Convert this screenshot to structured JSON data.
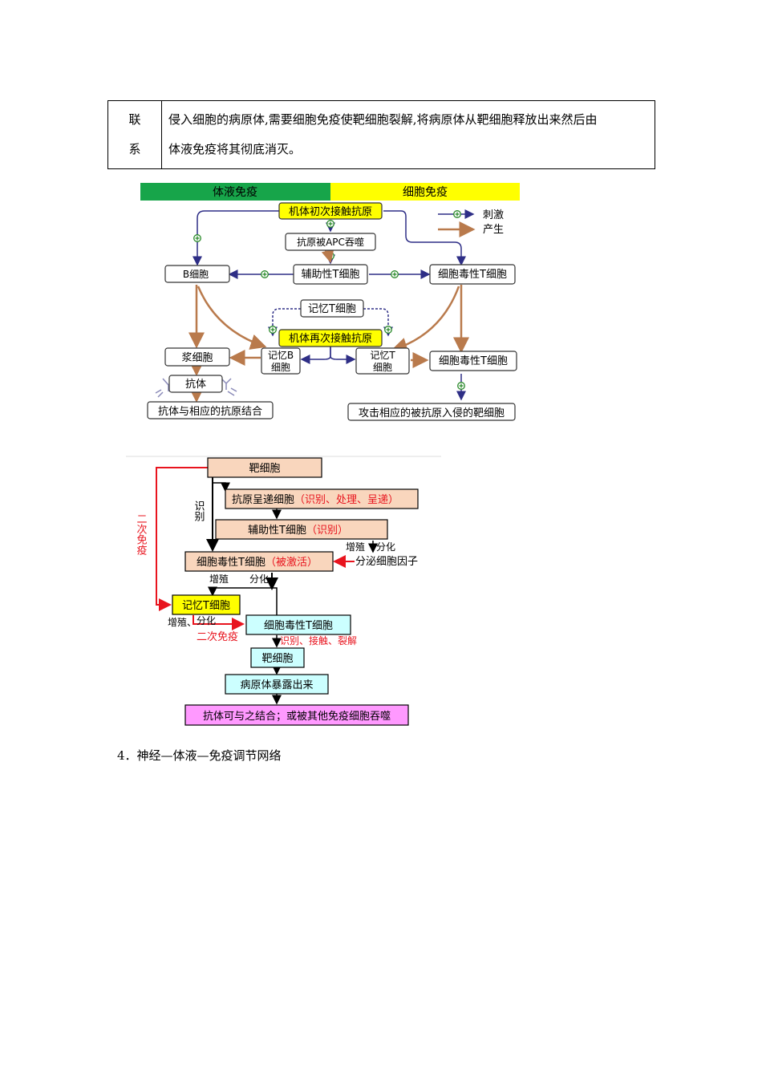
{
  "table": {
    "row_header": "联系",
    "row_header_chars": [
      "联",
      "系"
    ],
    "text_line1": "侵入细胞的病原体,需要细胞免疫使靶细胞裂解,将病原体从靶细胞释放出来然后由",
    "text_line2": "体液免疫将其彻底消灭。"
  },
  "diagram1": {
    "banner_left": "体液免疫",
    "banner_right": "细胞免疫",
    "colors": {
      "banner_left": "#17a54a",
      "banner_right": "#ffff00",
      "highlight": "#ffff00",
      "stimulate": "#2e2e86",
      "produce": "#b97a4c",
      "plus": "#2a8a2a"
    },
    "legend": {
      "stimulate": "刺激",
      "produce": "产生"
    },
    "nodes": {
      "first_contact": "机体初次接触抗原",
      "apc": "抗原被APC吞噬",
      "b_cell": "B细胞",
      "helper_t": "辅助性T细胞",
      "cytotoxic_t_top": "细胞毒性T细胞",
      "memory_t_top": "记忆T细胞",
      "second_contact": "机体再次接触抗原",
      "plasma": "浆细胞",
      "memory_b_1": "记忆B",
      "memory_b_2": "细胞",
      "memory_t_1": "记忆T",
      "memory_t_2": "细胞",
      "cytotoxic_t_bottom": "细胞毒性T细胞",
      "antibody": "抗体",
      "antibody_bind": "抗体与相应的抗原结合",
      "attack": "攻击相应的被抗原入侵的靶细胞"
    }
  },
  "diagram2": {
    "colors": {
      "peach": "#f9d6bd",
      "yellow": "#ffff00",
      "cyan": "#ccffff",
      "magenta": "#ff99ff",
      "red": "#e8141e"
    },
    "target_cell": "靶细胞",
    "apc_cell": "抗原呈递细胞",
    "apc_note": "（识别、处理、呈递）",
    "helper": "辅助性T细胞",
    "helper_note": "（识别）",
    "cytotoxic": "细胞毒性T细胞",
    "cytotoxic_note": "（被激活）",
    "secrete": "分泌细胞因子",
    "prolif1": "增殖",
    "diff1": "分化",
    "prolif2": "增殖",
    "diff2": "分化",
    "prolif3": "增殖、",
    "diff3": "分化",
    "recognize": "识别",
    "memory_t": "记忆T细胞",
    "cytotoxic2": "细胞毒性T细胞",
    "secondary_side": "二次免疫",
    "secondary_mid": "二次免疫",
    "actions": "识别、接触、裂解",
    "target_cell2": "靶细胞",
    "pathogen": "病原体暴露出来",
    "final": "抗体可与之结合；或被其他免疫细胞吞噬"
  },
  "footer": {
    "heading": "4．神经—体液—免疫调节网络"
  }
}
